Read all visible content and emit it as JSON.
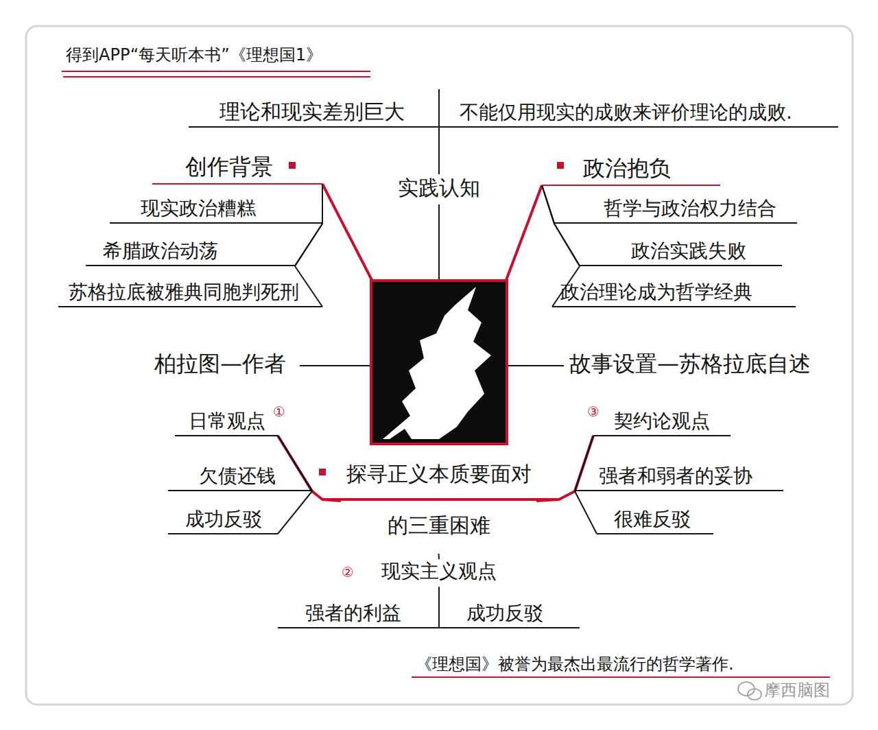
{
  "diagram": {
    "title": "得到APP“每天听本书”《理想国1》",
    "caption": "《理想国》被誉为最杰出最流行的哲学著作.",
    "nodes": [
      {
        "text": [
          "实践认知"
        ]
      },
      {
        "text": [
          "理论和现实差别巨大"
        ]
      },
      {
        "text": [
          "不能仅用现实的成败来评价理论的成败."
        ]
      },
      {
        "text": [
          "创作背景"
        ]
      },
      {
        "text": [
          "现实政治糟糕"
        ]
      },
      {
        "text": [
          "希腊政治动荡"
        ]
      },
      {
        "text": [
          "苏格拉底被雅典同胞判死刑"
        ]
      },
      {
        "text": [
          "政治抱负"
        ]
      },
      {
        "text": [
          "哲学与政治权力结合"
        ]
      },
      {
        "text": [
          "政治实践失败"
        ]
      },
      {
        "text": [
          "政治理论成为哲学经典"
        ]
      },
      {
        "text": [
          "柏拉图—作者"
        ]
      },
      {
        "text": [
          "故事设置—苏格拉底自述"
        ]
      },
      {
        "text": [
          "探寻正义本质要面对的三重困难"
        ]
      },
      {
        "text": [
          "日常观点"
        ]
      },
      {
        "text": [
          "欠债还钱"
        ]
      },
      {
        "text": [
          "成功反驳"
        ]
      },
      {
        "text": [
          "契约论观点"
        ]
      },
      {
        "text": [
          "强者和弱者的妥协"
        ]
      },
      {
        "text": [
          "很难反驳"
        ]
      },
      {
        "text": [
          "现实主义观点"
        ]
      },
      {
        "text": [
          "强者的利益"
        ]
      },
      {
        "text": [
          "成功反驳"
        ]
      }
    ],
    "edges": [
      {
        "from": 0,
        "to": 1,
        "arrow": "none"
      },
      {
        "from": 0,
        "to": 2,
        "arrow": "none"
      },
      {
        "from": 3,
        "to": 4,
        "arrow": "none"
      },
      {
        "from": 3,
        "to": 5,
        "arrow": "none"
      },
      {
        "from": 3,
        "to": 6,
        "arrow": "none"
      },
      {
        "from": 7,
        "to": 8,
        "arrow": "none"
      },
      {
        "from": 7,
        "to": 9,
        "arrow": "none"
      },
      {
        "from": 7,
        "to": 10,
        "arrow": "none"
      },
      {
        "from": 13,
        "to": 14,
        "arrow": "none"
      },
      {
        "from": 14,
        "to": 15,
        "arrow": "none"
      },
      {
        "from": 14,
        "to": 16,
        "arrow": "none"
      },
      {
        "from": 13,
        "to": 17,
        "arrow": "none"
      },
      {
        "from": 17,
        "to": 18,
        "arrow": "none"
      },
      {
        "from": 17,
        "to": 19,
        "arrow": "none"
      },
      {
        "from": 13,
        "to": 20,
        "arrow": "none"
      },
      {
        "from": 20,
        "to": 21,
        "arrow": "none"
      },
      {
        "from": 20,
        "to": 22,
        "arrow": "none"
      }
    ],
    "labels": [
      "①",
      "③",
      "②",
      "摩西脑图"
    ]
  }
}
